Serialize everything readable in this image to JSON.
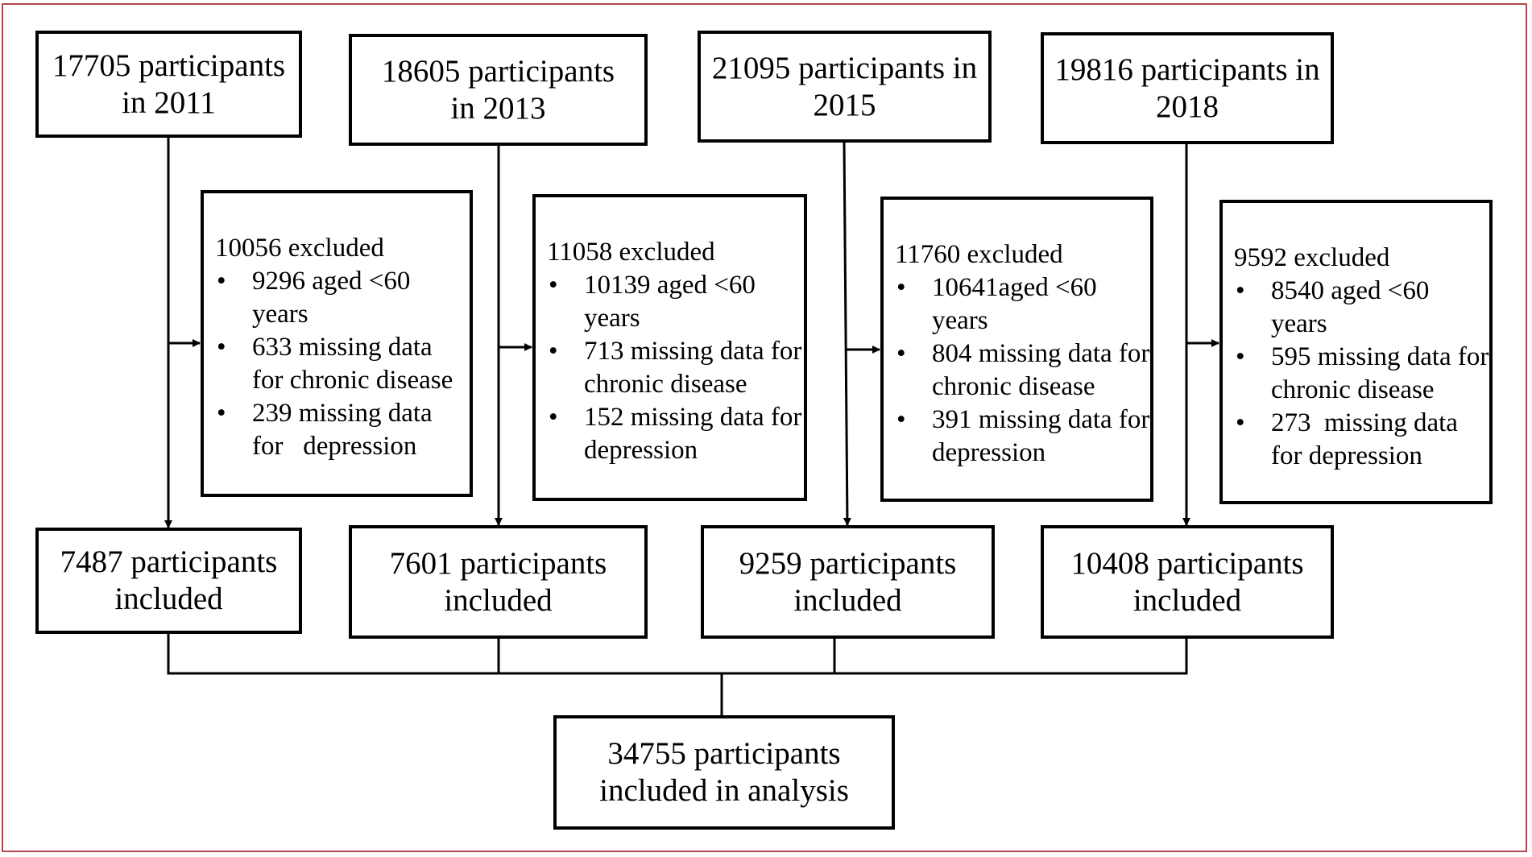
{
  "years": [
    {
      "source": [
        "17705 participants",
        "in 2011"
      ],
      "excluded": {
        "header": "10056 excluded",
        "items": [
          "9296 aged <60 years",
          "633 missing data for chronic disease",
          "239 missing data for   depression"
        ]
      },
      "included": [
        "7487 participants",
        "included"
      ]
    },
    {
      "source": [
        "18605 participants",
        "in 2013"
      ],
      "excluded": {
        "header": "11058 excluded",
        "items": [
          "10139 aged <60 years",
          "713 missing data for chronic disease",
          "152 missing data for depression"
        ]
      },
      "included": [
        "7601 participants",
        "included"
      ]
    },
    {
      "source": [
        "21095 participants in",
        "2015"
      ],
      "excluded": {
        "header": "11760 excluded",
        "items": [
          "10641aged <60 years",
          "804 missing data for chronic disease",
          "391 missing data for depression"
        ]
      },
      "included": [
        "9259 participants",
        "included"
      ]
    },
    {
      "source": [
        "19816 participants in",
        "2018"
      ],
      "excluded": {
        "header": "9592 excluded",
        "items": [
          "8540 aged <60 years",
          "595 missing data for chronic disease",
          "273  missing data for depression"
        ]
      },
      "included": [
        "10408 participants",
        "included"
      ]
    }
  ],
  "final": [
    "34755 participants",
    "included in analysis"
  ]
}
